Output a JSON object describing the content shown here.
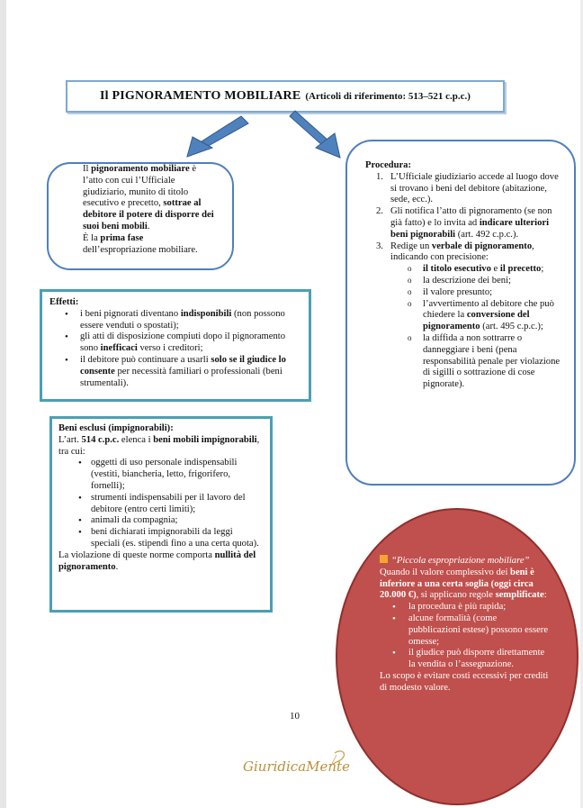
{
  "title": {
    "main": "Il PIGNORAMENTO MOBILIARE",
    "ref": "(Articoli di riferimento: 513–521 c.p.c.)"
  },
  "definizione": {
    "p1": "Il ",
    "p1b": "pignoramento mobiliare",
    "p2": " è l’atto con cui l’Ufficiale giudiziario, munito di titolo esecutivo e precetto, ",
    "p2b": "sottrae al debitore il potere di disporre dei suoi beni mobili",
    "p3": ".",
    "p4": "È la ",
    "p4b": "prima fase",
    "p5": " dell’espropriazione mobiliare."
  },
  "procedura": {
    "heading": "Procedura:",
    "steps": [
      {
        "n": "1.",
        "text": "L’Ufficiale giudiziario accede al luogo dove si trovano i beni del debitore (abitazione, sede, ecc.)."
      },
      {
        "n": "2.",
        "a": "Gli notifica l’atto di pignoramento (se non già fatto) e lo invita ad ",
        "b": "indicare ulteriori beni pignorabili",
        "c": " (art. 492 c.p.c.)."
      },
      {
        "n": "3.",
        "a": "Redige un ",
        "b": "verbale di pignoramento",
        "c": ", indicando con precisione:"
      }
    ],
    "sub": [
      {
        "a": "",
        "b": "il titolo esecutivo",
        "c": " e ",
        "d": "il precetto",
        "e": ";"
      },
      {
        "text": "la descrizione dei beni;"
      },
      {
        "text": "il valore presunto;"
      },
      {
        "a": "l’avvertimento al debitore che può chiedere la ",
        "b": "conversione del pignoramento",
        "c": " (art. 495 c.p.c.);"
      },
      {
        "text": "la diffida a non sottrarre o danneggiare i beni (pena responsabilità penale per violazione di sigilli o sottrazione di cose pignorate)."
      }
    ]
  },
  "effetti": {
    "heading": "Effetti:",
    "items": [
      {
        "a": "i beni pignorati diventano ",
        "b": "indisponibili",
        "c": " (non possono essere venduti o spostati);"
      },
      {
        "a": "gli atti di disposizione compiuti dopo il pignoramento sono ",
        "b": "inefficaci",
        "c": " verso i creditori;"
      },
      {
        "a": "il debitore può continuare a usarli ",
        "b": "solo se il giudice lo consente",
        "c": " per necessità familiari o professionali (beni strumentali)."
      }
    ]
  },
  "beni_esclusi": {
    "heading": "Beni esclusi (impignorabili):",
    "intro_a": "L’art. ",
    "intro_b": "514 c.p.c.",
    "intro_c": " elenca i ",
    "intro_d": "beni mobili impignorabili",
    "intro_e": ", tra cui:",
    "items": [
      "oggetti di uso personale indispensabili (vestiti, biancheria, letto, frigorifero, fornelli);",
      "strumenti indispensabili per il lavoro del debitore (entro certi limiti);",
      "animali da compagnia;",
      "beni dichiarati impignorabili da leggi speciali (es. stipendi fino a una certa quota)."
    ],
    "outro_a": "La violazione di queste norme comporta ",
    "outro_b": "nullità del pignoramento",
    "outro_c": "."
  },
  "piccola": {
    "heading": "“Piccola espropriazione mobiliare”",
    "p_a": "Quando il valore complessivo dei ",
    "p_b": "beni è inferiore a una certa soglia (oggi circa 20.000 €)",
    "p_c": ", si applicano regole ",
    "p_d": "semplificate",
    "p_e": ":",
    "items": [
      "la procedura è più rapida;",
      "alcune formalità (come pubblicazioni estese) possono essere omesse;",
      "il giudice può disporre direttamente la vendita o l’assegnazione."
    ],
    "outro": "Lo scopo è evitare costi eccessivi per crediti di modesto valore."
  },
  "page_number": "10",
  "logo_text": "GiuridicaMente",
  "colors": {
    "arrow": "#4f81bd",
    "circle": "#c0504d",
    "teal_border": "#4b9fb3",
    "square_icon": "#f4a630"
  }
}
